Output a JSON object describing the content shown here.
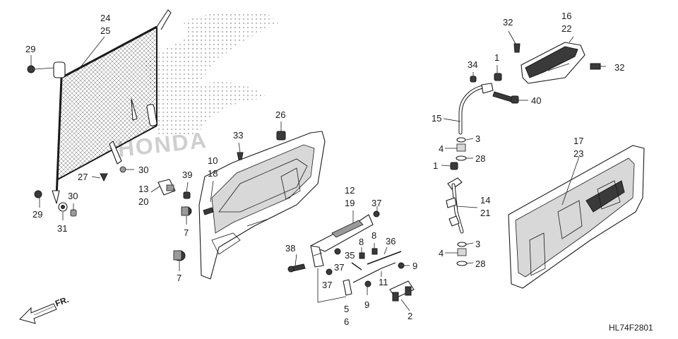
{
  "diagram": {
    "code": "HL74F2801",
    "direction_label": "FR.",
    "watermark": "HONDA",
    "labels": {
      "24": "24",
      "25": "25",
      "29a": "29",
      "29b": "29",
      "27": "27",
      "30a": "30",
      "30b": "30",
      "31": "31",
      "26": "26",
      "33": "33",
      "10": "10",
      "18": "18",
      "39": "39",
      "13": "13",
      "20": "20",
      "7a": "7",
      "7b": "7",
      "12": "12",
      "19": "19",
      "37a": "37",
      "37b": "37",
      "37c": "37",
      "38": "38",
      "35": "35",
      "8a": "8",
      "8b": "8",
      "36": "36",
      "9a": "9",
      "9b": "9",
      "11": "11",
      "5": "5",
      "6": "6",
      "2": "2",
      "32a": "32",
      "32b": "32",
      "16": "16",
      "22": "22",
      "34": "34",
      "1a": "1",
      "1b": "1",
      "40": "40",
      "15": "15",
      "3a": "3",
      "3b": "3",
      "4a": "4",
      "4b": "4",
      "28a": "28",
      "28b": "28",
      "14": "14",
      "21": "21",
      "17": "17",
      "23": "23"
    }
  }
}
